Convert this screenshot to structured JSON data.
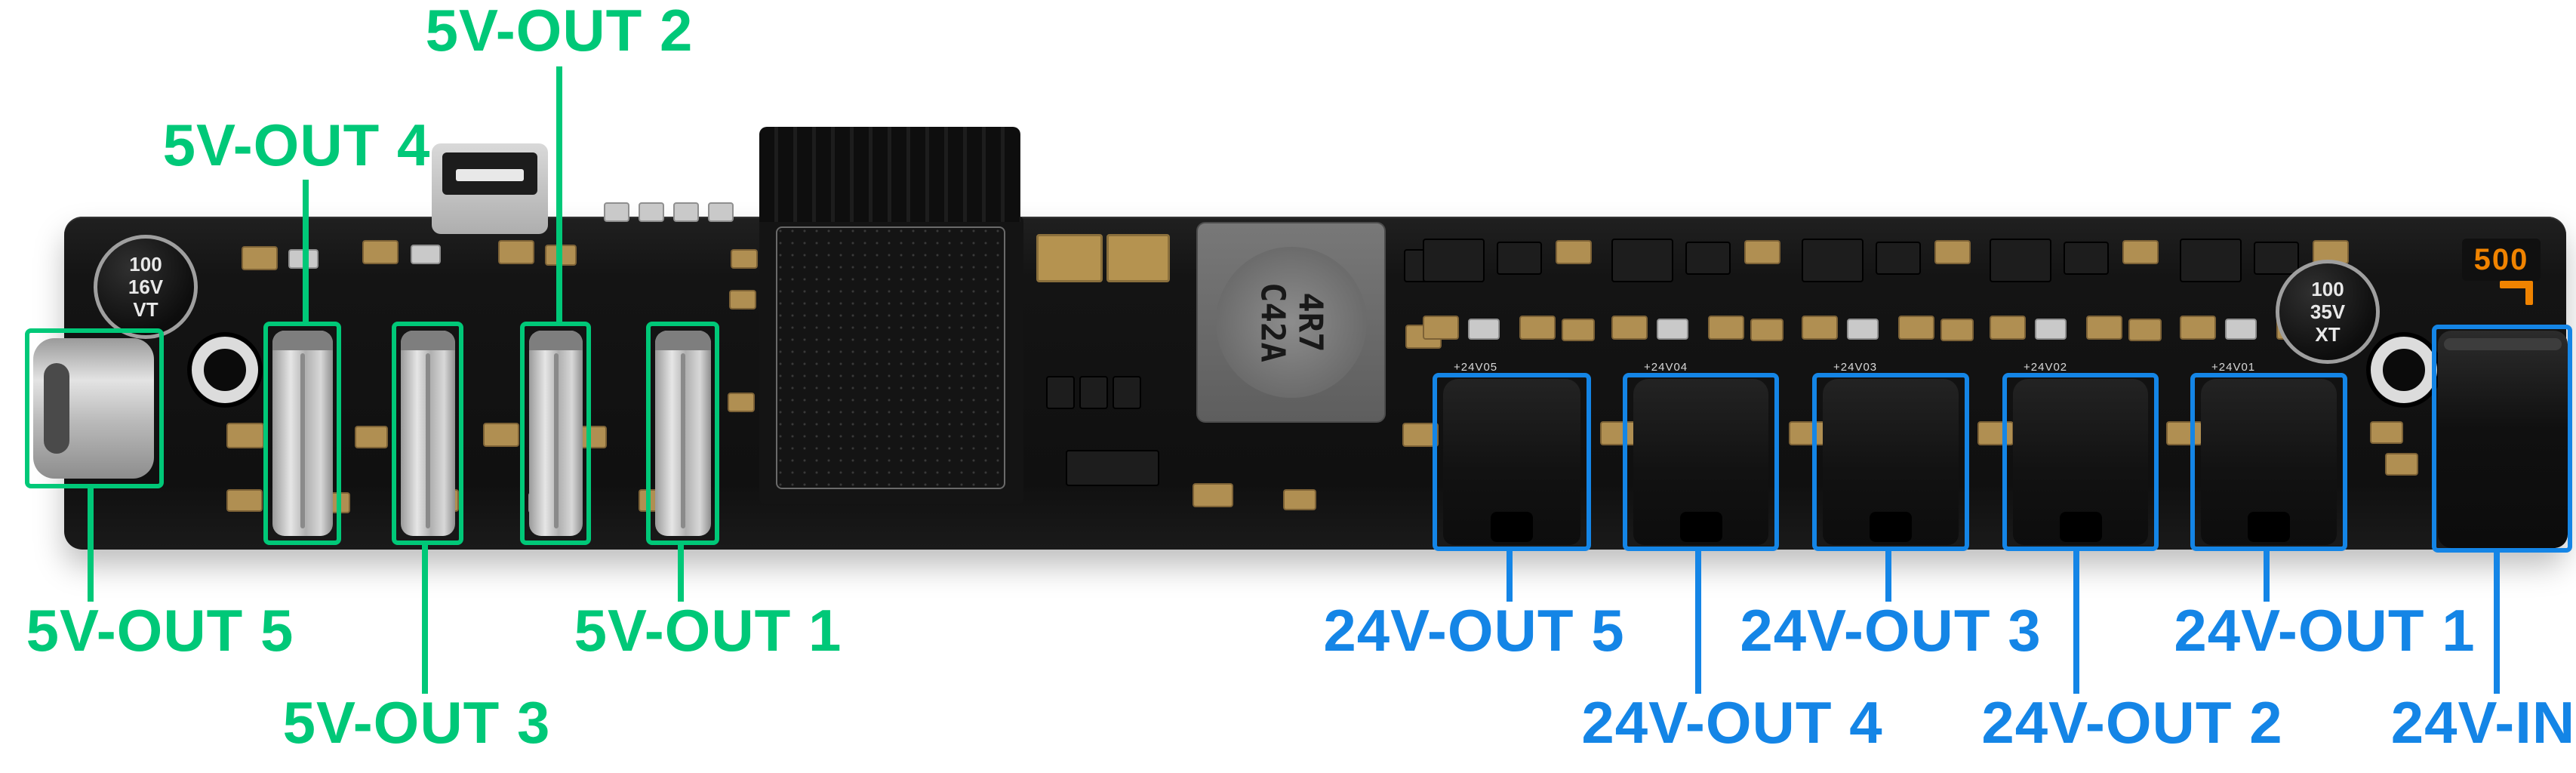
{
  "colors": {
    "green": "#00c878",
    "blue": "#1485e6",
    "board": "#141414"
  },
  "green_labels": {
    "out1": "5V-OUT 1",
    "out2": "5V-OUT 2",
    "out3": "5V-OUT 3",
    "out4": "5V-OUT 4",
    "out5": "5V-OUT 5"
  },
  "blue_labels": {
    "out1": "24V-OUT 1",
    "out2": "24V-OUT 2",
    "out3": "24V-OUT 3",
    "out4": "24V-OUT 4",
    "out5": "24V-OUT 5",
    "in": "24V-IN"
  },
  "components": {
    "cap_left": {
      "l1": "100",
      "l2": "16V",
      "l3": "VT"
    },
    "cap_right": {
      "l1": "100",
      "l2": "35V",
      "l3": "XT"
    },
    "inductor": {
      "l1": "4R7",
      "l2": "C42A"
    },
    "fuse": "500",
    "jack_silk": [
      "+24V05",
      "+24V04",
      "+24V03",
      "+24V02",
      "+24V01"
    ]
  }
}
